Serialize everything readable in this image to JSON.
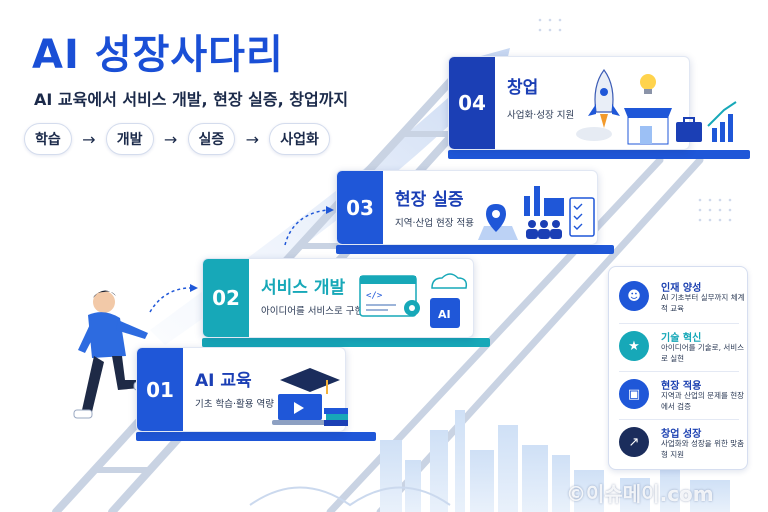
{
  "title": "AI 성장사다리",
  "subtitle": "AI 교육에서 서비스 개발, 현장 실증, 창업까지",
  "flow": [
    "학습",
    "개발",
    "실증",
    "사업화"
  ],
  "flow_arrow": "→",
  "steps": [
    {
      "num": "01",
      "title": "AI 교육",
      "desc": "기초 학습·활용 역량",
      "color": "#1f57d8"
    },
    {
      "num": "02",
      "title": "서비스 개발",
      "desc": "아이디어를 서비스로 구현",
      "color": "#17a8b8"
    },
    {
      "num": "03",
      "title": "현장 실증",
      "desc": "지역·산업 현장 적용",
      "color": "#1f57d8"
    },
    {
      "num": "04",
      "title": "창업",
      "desc": "사업화·성장 지원",
      "color": "#1b3fb5"
    }
  ],
  "side_panel": [
    {
      "title": "인재 양성",
      "desc": "AI 기초부터 실무까지 체계적 교육",
      "icon": "person-icon"
    },
    {
      "title": "기술 혁신",
      "desc": "아이디어를 기술로, 서비스로 실현",
      "icon": "lightbulb-icon"
    },
    {
      "title": "현장 적용",
      "desc": "지역과 산업의 문제를 현장에서 검증",
      "icon": "building-icon"
    },
    {
      "title": "창업 성장",
      "desc": "사업화와 성장을 위한 맞춤형 지원",
      "icon": "growth-chart-icon"
    }
  ],
  "chip_label": "AI",
  "watermark": "©이슈메이.com"
}
